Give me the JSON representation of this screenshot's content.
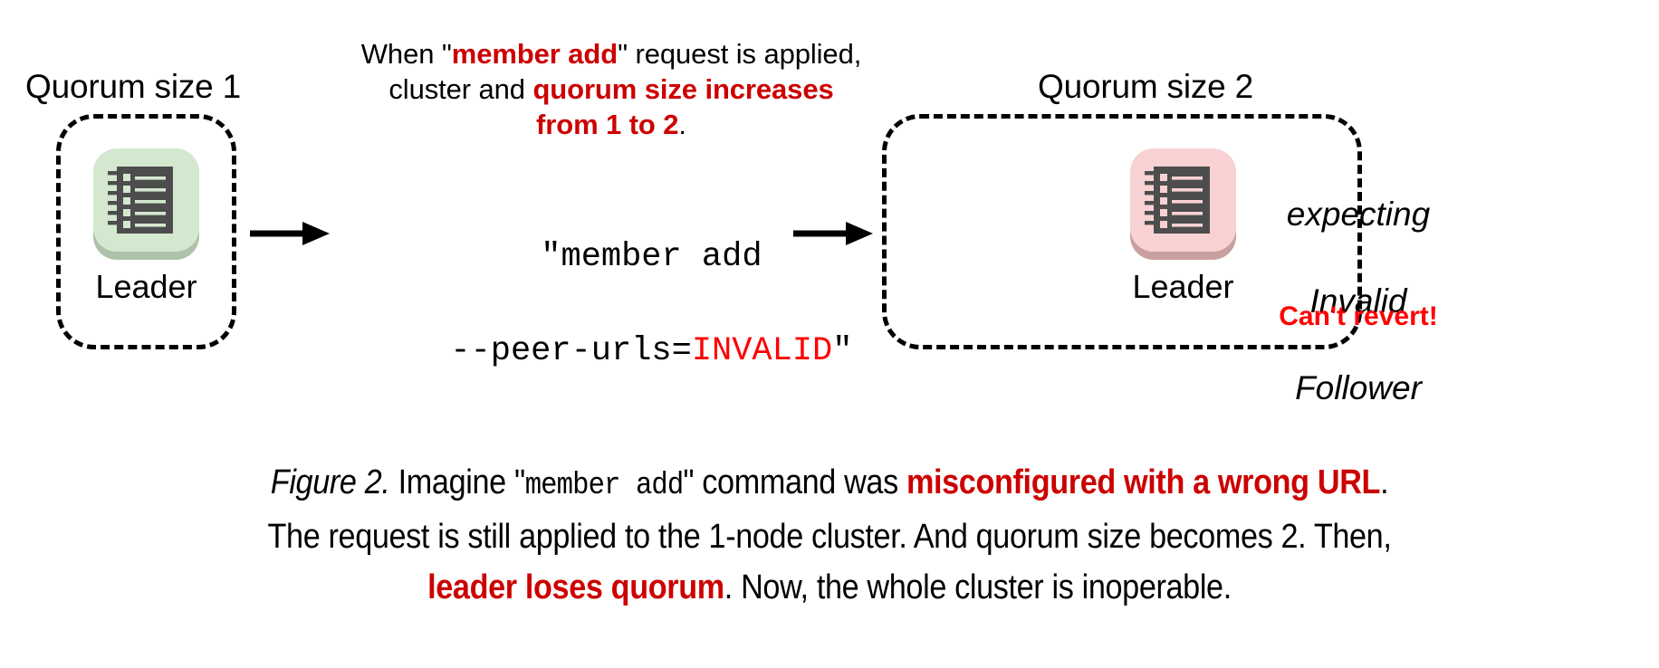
{
  "figure": {
    "colors": {
      "highlight_red": "#CC0000",
      "alert_red": "#FF0000",
      "invalid_red": "#FF0000",
      "text_black": "#000000",
      "background": "#FFFFFF",
      "leader_ok_fill": "#D4E8D0",
      "leader_ok_shadow": "#AEC2A9",
      "leader_bad_fill": "#F8D2D2",
      "leader_bad_shadow": "#C9A0A0",
      "icon_body": "#4D4D4D"
    },
    "left_cluster": {
      "group_label": "Quorum size 1",
      "node": {
        "icon_name": "ledger-node-icon",
        "state": "healthy",
        "label": "Leader"
      }
    },
    "right_cluster": {
      "group_label": "Quorum size 2",
      "node": {
        "icon_name": "ledger-node-icon",
        "state": "unhealthy",
        "label": "Leader"
      },
      "notes": {
        "expecting_line_1": "expecting",
        "expecting_line_2": "Invalid",
        "expecting_line_3": "Follower",
        "alert": "Can't revert!"
      }
    },
    "annotation": {
      "line1_pre": "When \"",
      "line1_hl": "member add",
      "line1_post": "\" request is applied,",
      "line2_pre": "cluster and ",
      "line2_hl": "quorum size increases",
      "line3_hl": "from 1 to 2",
      "line3_post": "."
    },
    "command": {
      "line1": "\"member add",
      "line2_pre": "--peer-urls=",
      "line2_value": "INVALID",
      "line2_post": "\""
    },
    "arrows": [
      {
        "name": "arrow-left-to-command",
        "direction": "right"
      },
      {
        "name": "arrow-command-to-right",
        "direction": "right"
      }
    ],
    "caption": {
      "fig_label": "Figure 2.",
      "l1_a": " Imagine \"",
      "l1_mono": "member add",
      "l1_b": "\" command was ",
      "l1_hl": "misconfigured with a wrong URL",
      "l1_c": ".",
      "l2": "The request is still applied to the 1-node cluster. And quorum size becomes 2. Then,",
      "l3_hl": "leader loses quorum",
      "l3_post": ". Now, the whole cluster is inoperable."
    }
  }
}
